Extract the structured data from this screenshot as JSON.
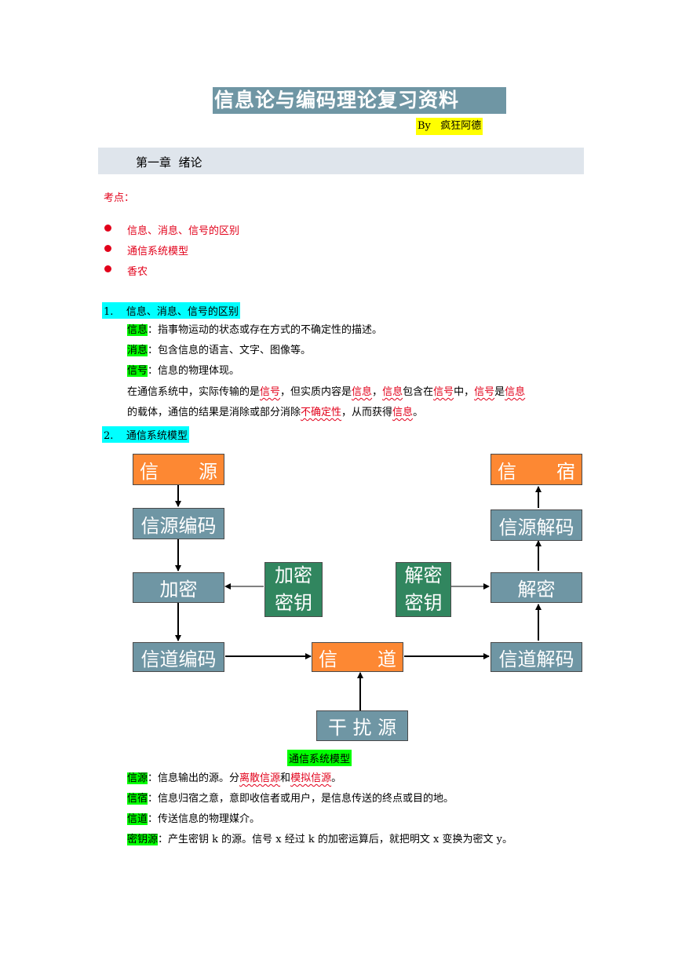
{
  "doc": {
    "title": "信息论与编码理论复习资料",
    "author": "By   疯狂阿德",
    "chapter": "第一章  绪论",
    "kaodian": "考点：",
    "bullets": [
      "信息、消息、信号的区别",
      "通信系统模型",
      "香农"
    ],
    "section1": {
      "heading": "1.    信息、消息、信号的区别",
      "xinxi_term": "信息",
      "xinxi_def": "：指事物运动的状态或存在方式的不确定性的描述。",
      "xiaoxi_term": "消息",
      "xiaoxi_def": "：包含信息的语言、文字、图像等。",
      "xinhao_term": "信号",
      "xinhao_def": "：信息的物理体现。",
      "p1": "在通信系统中，实际传输的是",
      "w_xinhao": "信号",
      "p2": "，但实质内容是",
      "w_xinxi": "信息",
      "p3": "，",
      "p4": "包含在",
      "p5": "中，",
      "p6": "是",
      "p7": "的载体，通信的结果是消除或部分消除",
      "w_buqueding": "不确定性",
      "p8": "，从而获得",
      "p9": "。"
    },
    "section2": {
      "heading": "2.    通信系统模型",
      "caption": "通信系统模型",
      "xinyuan_term": "信源",
      "xinyuan_def1": "：信息输出的源。分",
      "lisan": "离散信源",
      "he": "和",
      "moni": "模拟信源",
      "xinyuan_end": "。",
      "xinsu_term": "信宿",
      "xinsu_def": "：信息归宿之意，意即收信者或用户，是信息传送的终点或目的地。",
      "xindao_term": "信道",
      "xindao_def": "：传送信息的物理媒介。",
      "miyao_term": "密钥源",
      "miyao_def": "：产生密钥 k 的源。信号 x 经过 k 的加密运算后，就把明文 x 变换为密文 y。"
    }
  },
  "diagram": {
    "source": [
      "信",
      "源"
    ],
    "source_encode": "信源编码",
    "encrypt": "加密",
    "encrypt_key": [
      "加密",
      "密钥"
    ],
    "channel_encode": "信道编码",
    "channel": [
      "信",
      "道"
    ],
    "noise": "干 扰 源",
    "channel_decode": "信道解码",
    "decrypt": "解密",
    "decrypt_key": [
      "解密",
      "密钥"
    ],
    "source_decode": "信源解码",
    "sink": [
      "信",
      "宿"
    ],
    "colors": {
      "blue": "#6f96a4",
      "orange": "#fd8833",
      "green": "#31865f"
    }
  }
}
